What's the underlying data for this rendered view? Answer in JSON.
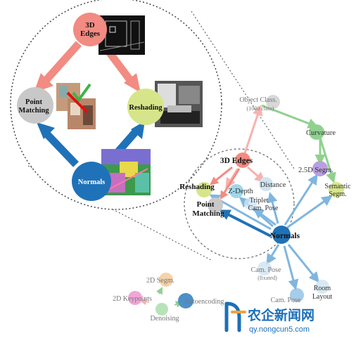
{
  "diagram": {
    "zoom": {
      "edges_3d": "3D\nEdges",
      "point_matching": "Point\nMatching",
      "reshading": "Reshading",
      "normals": "Normals"
    },
    "graph": {
      "object_class": "Object Class.",
      "object_class_sub": "(1000 class)",
      "curvature": "Curvature",
      "edges_3d": "3D Edges",
      "segm_25d": "2.5D Segm.",
      "semantic_segm": "Semantic\nSegm.",
      "reshading": "Reshading",
      "z_depth": "Z-Depth",
      "distance": "Distance",
      "triplet_cam_pose": "Triplet\nCam. Pose",
      "point_matching": "Point\nMatching",
      "normals": "Normals",
      "cam_pose_fixated": "Cam. Pose",
      "cam_pose_fixated_sub": "(fixated)",
      "room_layout": "Room\nLayout",
      "cam_pose_nonfixated": "Cam. Pose",
      "segm_2d": "2D Segm.",
      "keypoints_2d": "2D Keypoints",
      "autoencoding": "Autoencoding",
      "denoising": "Denoising"
    }
  },
  "watermark": {
    "brand": "农企新闻网",
    "url": "qy.nongcun5.com"
  },
  "colors": {
    "red": "#f28b82",
    "blue": "#1f72b8",
    "lightblue": "#7fb6df",
    "green": "#8fd18f",
    "gray": "#c8c8c8",
    "lime": "#d7e58a"
  }
}
